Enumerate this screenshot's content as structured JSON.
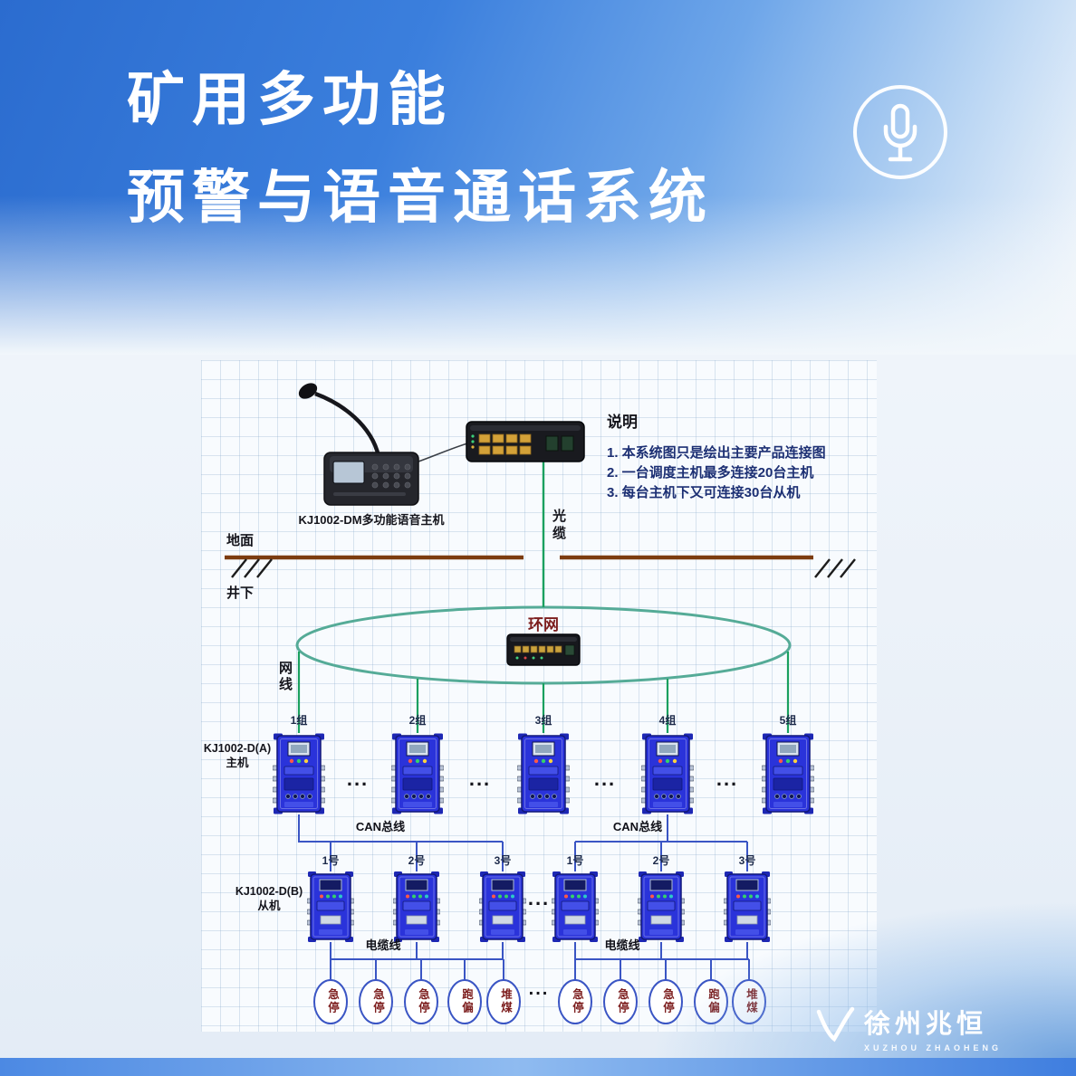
{
  "header": {
    "title_line1": "矿用多功能",
    "title_line2": "预警与语音通话系统"
  },
  "notes": {
    "title": "说明",
    "items": [
      "1. 本系统图只是绘出主要产品连接图",
      "2. 一台调度主机最多连接20台主机",
      "3. 每台主机下又可连接30台从机"
    ]
  },
  "diagram": {
    "desk_host_label": "KJ1002-DM多功能语音主机",
    "fiber_label": "光缆",
    "ground_label": "地面",
    "underground_label": "井下",
    "ring_label": "环网",
    "net_cable_label": "网线",
    "host_model": "KJ1002-D(A)",
    "host_role": "主机",
    "can_bus_label": "CAN总线",
    "slave_model": "KJ1002-D(B)",
    "slave_role": "从机",
    "cable_line_label": "电缆线",
    "groups": [
      "1组",
      "2组",
      "3组",
      "4组",
      "5组"
    ],
    "slave_numbers": [
      "1号",
      "2号",
      "3号"
    ],
    "sensors": [
      "急停",
      "急停",
      "急停",
      "跑偏",
      "堆煤"
    ],
    "ellipsis": "..."
  },
  "footer": {
    "brand": "徐州兆恒",
    "brand_sub": "XUZHOU ZHAOHENG"
  },
  "colors": {
    "header_blue": "#2e6fd3",
    "device_blue": "#2a33da",
    "fiber_green": "#1aa05f",
    "ring_teal": "#55ab97",
    "bus_blue": "#3a55c4",
    "ground_brown": "#7c3c10",
    "label_maroon": "#7c1d1d"
  }
}
